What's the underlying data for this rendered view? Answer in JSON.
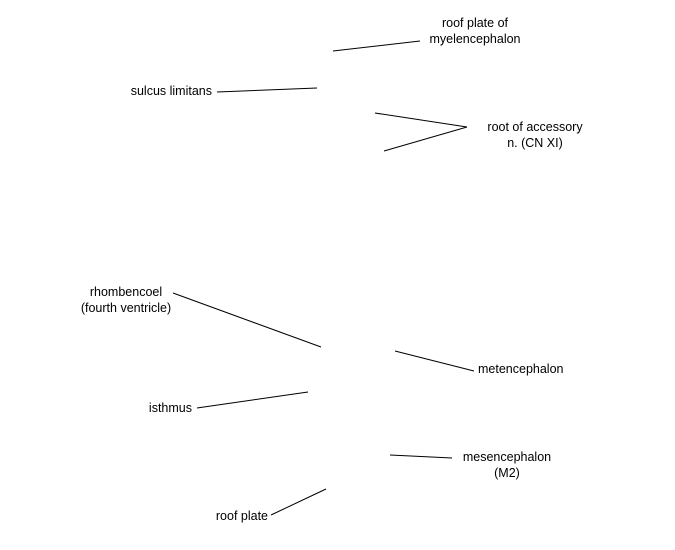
{
  "labels": {
    "roof_plate_myelencephalon": [
      "roof plate of",
      "myelencephalon"
    ],
    "sulcus_limitans": "sulcus limitans",
    "root_accessory": [
      "root of accessory",
      "n. (CN XI)"
    ],
    "rhombencoel": [
      "rhombencoel",
      "(fourth ventricle)"
    ],
    "metencephalon": "metencephalon",
    "isthmus": "isthmus",
    "mesencephalon": [
      "mesencephalon",
      "(M2)"
    ],
    "roof_plate": "roof plate"
  },
  "colors": {
    "line": "#000000",
    "text": "#000000",
    "background": "#ffffff"
  }
}
